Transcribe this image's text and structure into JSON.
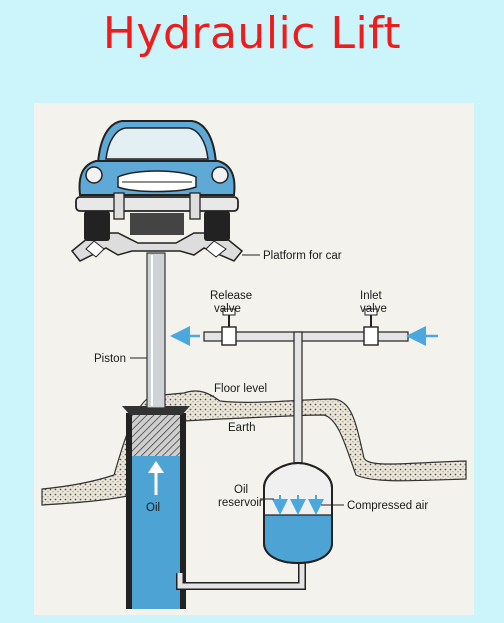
{
  "title": "Hydraulic Lift",
  "labels": {
    "platform": "Platform for car",
    "release_line1": "Release",
    "release_line2": "valve",
    "inlet_line1": "Inlet",
    "inlet_line2": "valve",
    "piston": "Piston",
    "floor": "Floor level",
    "earth": "Earth",
    "oil_res_line1": "Oil",
    "oil_res_line2": "reservoir",
    "compressed": "Compressed air",
    "oil": "Oil"
  },
  "colors": {
    "title": "#ee1c1c",
    "background": "#ccf5fb",
    "panel": "#f4f2ec",
    "car": "#5fa9d6",
    "oil": "#4da3d3",
    "arrow": "#4aa8de"
  }
}
